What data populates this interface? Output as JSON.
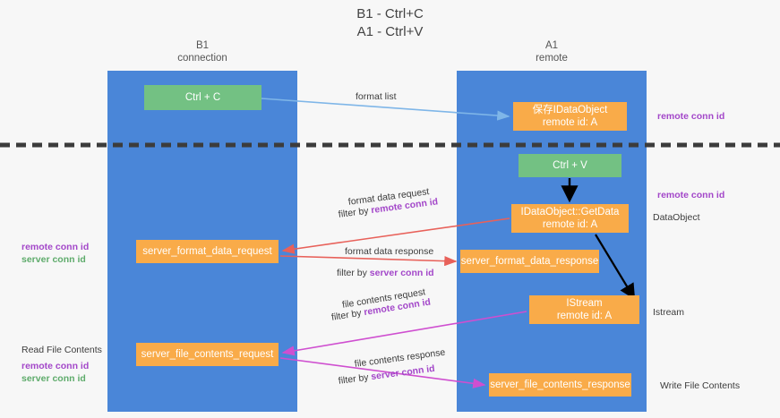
{
  "title": {
    "line1": "B1 - Ctrl+C",
    "line2": "A1 - Ctrl+V"
  },
  "lanes": [
    {
      "id": "b1",
      "name": "B1",
      "role": "connection",
      "color": "#4a86d8"
    },
    {
      "id": "a1",
      "name": "A1",
      "role": "remote",
      "color": "#4a86d8"
    }
  ],
  "nodes": {
    "ctrl_c": {
      "label": "Ctrl + C",
      "color": "#73c183",
      "lane": "b1"
    },
    "idataobject": {
      "line1": "保存IDataObject",
      "line2": "remote id: A",
      "color": "#f9ab49",
      "lane": "a1"
    },
    "ctrl_v": {
      "label": "Ctrl + V",
      "color": "#73c183",
      "lane": "a1"
    },
    "getdata": {
      "line1": "IDataObject::GetData",
      "line2": "remote id: A",
      "color": "#f9ab49",
      "lane": "a1"
    },
    "server_format_data_response": {
      "label": "server_format_data_response",
      "color": "#f9ab49",
      "lane": "a1"
    },
    "istream": {
      "line1": "IStream",
      "line2": "remote id: A",
      "color": "#f9ab49",
      "lane": "a1"
    },
    "server_file_contents_response": {
      "label": "server_file_contents_response",
      "color": "#f9ab49",
      "lane": "a1"
    },
    "server_format_data_request": {
      "label": "server_format_data_request",
      "color": "#f9ab49",
      "lane": "b1"
    },
    "server_file_contents_request": {
      "label": "server_file_contents_request",
      "color": "#f9ab49",
      "lane": "b1"
    }
  },
  "edge_labels": {
    "format_list": "format list",
    "format_data_request": "format data request",
    "format_data_request_filter_prefix": "filter by ",
    "format_data_request_filter_key": "remote conn id",
    "format_data_response": "format data response",
    "format_data_response_filter_prefix": "filter by ",
    "format_data_response_filter_key": "server conn id",
    "file_contents_request": "file contents request",
    "file_contents_request_filter_prefix": "filter by ",
    "file_contents_request_filter_key": "remote conn id",
    "file_contents_response": "file contents response",
    "file_contents_response_filter_prefix": "filter by ",
    "file_contents_response_filter_key": "server conn id"
  },
  "side_labels": {
    "left": {
      "remote_conn_id": "remote conn id",
      "server_conn_id": "server conn id",
      "read_file_contents": "Read File Contents",
      "remote_conn_id_2": "remote conn id",
      "server_conn_id_2": "server conn id"
    },
    "right": {
      "remote_conn_id_top": "remote conn id",
      "remote_conn_id_mid": "remote conn id",
      "dataobject": "DataObject",
      "istream": "Istream",
      "write_file_contents": "Write File Contents"
    }
  },
  "colors": {
    "lane": "#4a86d8",
    "green_node": "#73c183",
    "orange_node": "#f9ab49",
    "purple_text": "#a347c9",
    "green_text": "#5eab6b",
    "arrow_blue": "#7fb6e8",
    "arrow_red": "#e8615a",
    "arrow_magenta": "#cf4fd0",
    "arrow_black": "#000000",
    "divider": "#3c3c3c",
    "background": "#f7f7f7"
  }
}
